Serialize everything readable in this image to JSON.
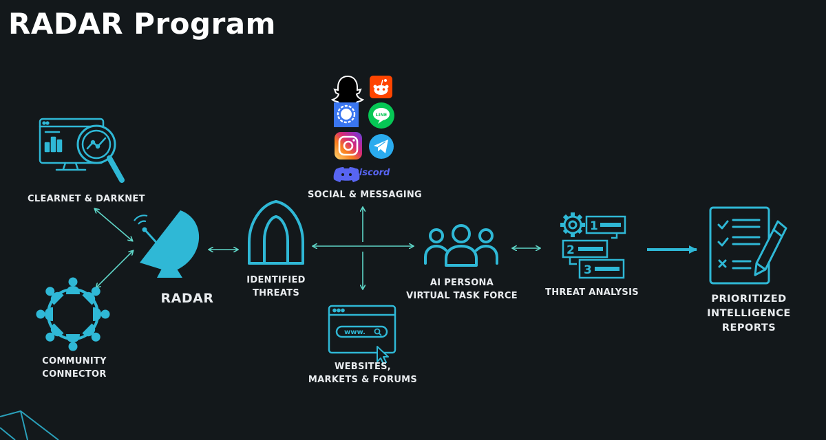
{
  "title": "RADAR Program",
  "colors": {
    "accent": "#2fb8d6",
    "arrow": "#5fd6c8",
    "background": "#13181b",
    "text": "#e9ecef"
  },
  "nodes": {
    "clearnet": {
      "lines": [
        "CLEARNET & DARKNET"
      ],
      "icon": "monitor-magnifier-icon"
    },
    "community": {
      "lines": [
        "COMMUNITY",
        "CONNECTOR"
      ],
      "icon": "people-circle-icon"
    },
    "radar": {
      "lines": [
        "RADAR"
      ],
      "icon": "satellite-dish-icon"
    },
    "threats": {
      "lines": [
        "IDENTIFIED",
        "THREATS"
      ],
      "icon": "hooded-figure-icon"
    },
    "social": {
      "lines": [
        "SOCIAL & MESSAGING"
      ],
      "icon": "social-apps-icon"
    },
    "websites": {
      "lines": [
        "WEBSITES,",
        "MARKETS & FORUMS"
      ],
      "icon": "browser-window-icon",
      "address_text": "www."
    },
    "persona": {
      "lines": [
        "AI PERSONA",
        "VIRTUAL TASK FORCE"
      ],
      "icon": "group-people-icon"
    },
    "analysis": {
      "lines": [
        "THREAT ANALYSIS"
      ],
      "icon": "gear-steps-icon",
      "steps": [
        "1",
        "2",
        "3"
      ]
    },
    "reports": {
      "lines": [
        "PRIORITIZED",
        "INTELLIGENCE",
        "REPORTS"
      ],
      "icon": "checklist-pencil-icon"
    }
  },
  "social_apps": [
    {
      "icon": "snapchat-icon",
      "color": "#ffffff"
    },
    {
      "icon": "reddit-icon",
      "color": "#ff4500"
    },
    {
      "icon": "signal-icon",
      "color": "#3a76f0"
    },
    {
      "icon": "line-icon",
      "color": "#06c755"
    },
    {
      "icon": "instagram-icon",
      "color": "#e1306c"
    },
    {
      "icon": "telegram-icon",
      "color": "#2aabee"
    },
    {
      "icon": "discord-icon",
      "color": "#5865f2"
    }
  ],
  "discord_label": "Discord",
  "line_app_text": "LINE"
}
